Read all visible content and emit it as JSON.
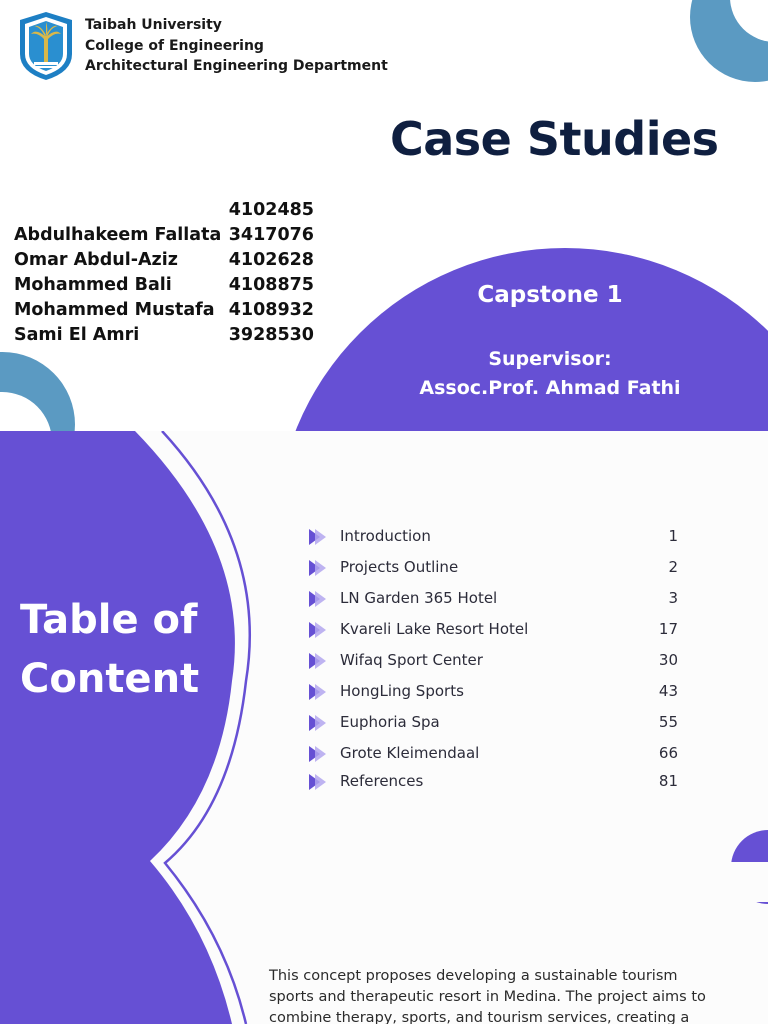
{
  "header": {
    "university": "Taibah University",
    "college": "College of Engineering",
    "department": "Architectural Engineering Department"
  },
  "title": "Case Studies",
  "students": [
    {
      "name": "",
      "id": "4102485"
    },
    {
      "name": "Abdulhakeem Fallata",
      "id": "3417076"
    },
    {
      "name": "Omar Abdul-Aziz",
      "id": "4102628"
    },
    {
      "name": "Mohammed Bali",
      "id": "4108875"
    },
    {
      "name": "Mohammed Mustafa",
      "id": "4108932"
    },
    {
      "name": "Sami El Amri",
      "id": "3928530"
    }
  ],
  "capstone": {
    "label": "Capstone 1",
    "supervisor_label": "Supervisor:",
    "supervisor_name": "Assoc.Prof. Ahmad Fathi"
  },
  "toc": {
    "title_line1": "Table of",
    "title_line2": "Content",
    "items": [
      {
        "label": "Introduction",
        "page": "1"
      },
      {
        "label": "Projects Outline",
        "page": "2"
      },
      {
        "label": "LN Garden 365 Hotel",
        "page": "3"
      },
      {
        "label": "Kvareli Lake Resort Hotel",
        "page": "17"
      },
      {
        "label": "Wifaq Sport Center",
        "page": "30"
      },
      {
        "label": "HongLing Sports",
        "page": "43"
      },
      {
        "label": "Euphoria Spa",
        "page": "55"
      },
      {
        "label": "Grote Kleimendaal",
        "page": "66"
      },
      {
        "label": "References",
        "page": "81"
      }
    ]
  },
  "concept_text": "This concept proposes developing a sustainable tourism sports and therapeutic resort in Medina. The project aims to combine therapy, sports, and tourism services, creating a",
  "colors": {
    "purple": "#6650d4",
    "teal": "#5b9ac2",
    "navy": "#0f1f40"
  },
  "icons": {
    "logo": "taibah-university-logo",
    "bullet": "play-arrow-icon"
  }
}
